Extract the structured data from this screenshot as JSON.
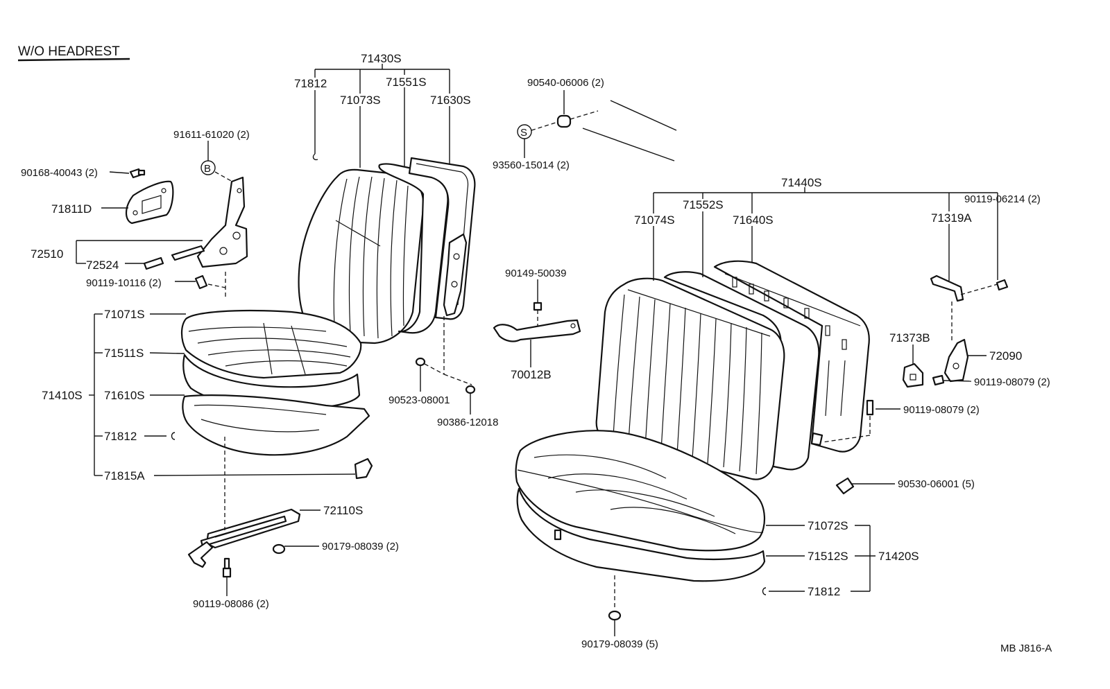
{
  "title": "W/O HEADREST",
  "code": "MB  J816-A",
  "callouts": {
    "b": "B",
    "s": "S"
  },
  "labels": {
    "p71430S": "71430S",
    "p71812a": "71812",
    "p71551S": "71551S",
    "p71073S": "71073S",
    "p71630S": "71630S",
    "p91611": "91611-61020 (2)",
    "p90168": "90168-40043 (2)",
    "p71811D": "71811D",
    "p72510": "72510",
    "p72524": "72524",
    "p90119_10116": "90119-10116 (2)",
    "p71071S": "71071S",
    "p71511S": "71511S",
    "p71410S": "71410S",
    "p71610S": "71610S",
    "p71812b": "71812",
    "p71815A": "71815A",
    "p72110S": "72110S",
    "p90179_08039a": "90179-08039 (2)",
    "p90119_08086": "90119-08086 (2)",
    "p90540": "90540-06006 (2)",
    "p93560": "93560-15014 (2)",
    "p90149": "90149-50039",
    "p70012B": "70012B",
    "p90523": "90523-08001",
    "p90386": "90386-12018",
    "p71440S": "71440S",
    "p71552S": "71552S",
    "p71074S": "71074S",
    "p71640S": "71640S",
    "p90119_06214": "90119-06214 (2)",
    "p71319A": "71319A",
    "p71373B": "71373B",
    "p72090": "72090",
    "p90119_08079a": "90119-08079 (2)",
    "p90119_08079b": "90119-08079 (2)",
    "p90530": "90530-06001 (5)",
    "p71072S": "71072S",
    "p71512S": "71512S",
    "p71420S": "71420S",
    "p71812c": "71812",
    "p90179_08039b": "90179-08039 (5)"
  }
}
